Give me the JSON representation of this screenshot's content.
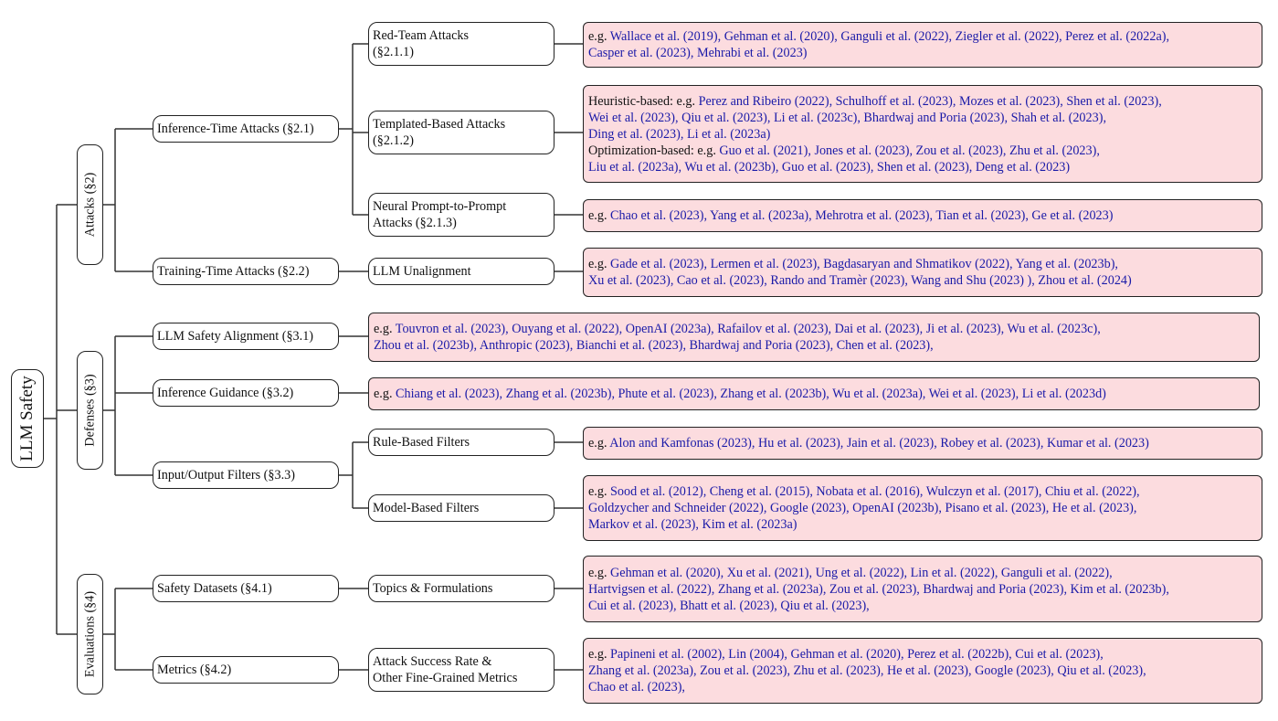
{
  "root": "LLM Safety",
  "level1": {
    "attacks": "Attacks (§2)",
    "defenses": "Defenses (§3)",
    "evaluations": "Evaluations (§4)"
  },
  "level2": {
    "inference_attacks": "Inference-Time Attacks (§2.1)",
    "training_attacks": "Training-Time Attacks (§2.2)",
    "safety_alignment": "LLM Safety Alignment (§3.1)",
    "inference_guidance": "Inference Guidance (§3.2)",
    "io_filters": "Input/Output Filters (§3.3)",
    "safety_datasets": "Safety Datasets (§4.1)",
    "metrics": "Metrics (§4.2)"
  },
  "level3": {
    "red_team": [
      "Red-Team Attacks",
      "(§2.1.1)"
    ],
    "templated": [
      "Templated-Based Attacks",
      "(§2.1.2)"
    ],
    "neural_p2p": [
      "Neural Prompt-to-Prompt",
      "Attacks (§2.1.3)"
    ],
    "unalignment": "LLM Unalignment",
    "rule_filters": "Rule-Based Filters",
    "model_filters": "Model-Based Filters",
    "topics": "Topics & Formulations",
    "asr": [
      "Attack Success Rate &",
      "Other Fine-Grained Metrics"
    ]
  },
  "leaves": {
    "red_team": [
      {
        "prefix": "e.g. ",
        "cites": "Wallace et al. (2019), Gehman et al. (2020), Ganguli et al. (2022), Ziegler et al. (2022), Perez et al. (2022a),"
      },
      {
        "prefix": "",
        "cites": "Casper et al. (2023), Mehrabi et al. (2023)"
      }
    ],
    "templated": [
      {
        "prefix": "Heuristic-based: e.g. ",
        "cites": "Perez and Ribeiro (2022), Schulhoff et al. (2023), Mozes et al. (2023), Shen et al. (2023),"
      },
      {
        "prefix": "",
        "cites": "Wei et al. (2023), Qiu et al. (2023), Li et al. (2023c), Bhardwaj and Poria (2023), Shah et al. (2023),"
      },
      {
        "prefix": "",
        "cites": "Ding et al. (2023), Li et al. (2023a)"
      },
      {
        "prefix": "Optimization-based: e.g. ",
        "cites": "Guo et al. (2021), Jones et al. (2023), Zou et al. (2023), Zhu et al. (2023),"
      },
      {
        "prefix": "",
        "cites": "Liu et al. (2023a), Wu et al. (2023b), Guo et al. (2023), Shen et al. (2023), Deng et al. (2023)"
      }
    ],
    "neural_p2p": [
      {
        "prefix": "e.g. ",
        "cites": "Chao et al. (2023), Yang et al. (2023a), Mehrotra et al. (2023), Tian et al. (2023), Ge et al. (2023)"
      }
    ],
    "unalignment": [
      {
        "prefix": "e.g. ",
        "cites": "Gade et al. (2023), Lermen et al. (2023), Bagdasaryan and Shmatikov (2022), Yang et al. (2023b),"
      },
      {
        "prefix": "",
        "cites": "Xu et al. (2023), Cao et al. (2023), Rando and Tramèr (2023), Wang and Shu (2023) ), Zhou et al. (2024)"
      }
    ],
    "safety_alignment": [
      {
        "prefix": "e.g. ",
        "cites": "Touvron et al. (2023), Ouyang et al. (2022), OpenAI (2023a), Rafailov et al. (2023), Dai et al. (2023), Ji et al. (2023), Wu et al. (2023c),"
      },
      {
        "prefix": "",
        "cites": "Zhou et al. (2023b), Anthropic (2023), Bianchi et al. (2023), Bhardwaj and Poria (2023), Chen et al. (2023),"
      }
    ],
    "inference_guidance": [
      {
        "prefix": "e.g. ",
        "cites": "Chiang et al. (2023), Zhang et al. (2023b), Phute et al. (2023), Zhang et al. (2023b), Wu et al. (2023a), Wei et al. (2023), Li et al. (2023d)"
      }
    ],
    "rule_filters": [
      {
        "prefix": "e.g. ",
        "cites": "Alon and Kamfonas (2023), Hu et al. (2023), Jain et al. (2023), Robey et al. (2023), Kumar et al. (2023)"
      }
    ],
    "model_filters": [
      {
        "prefix": "e.g. ",
        "cites": "Sood et al. (2012), Cheng et al. (2015), Nobata et al. (2016), Wulczyn et al. (2017), Chiu et al. (2022),"
      },
      {
        "prefix": "",
        "cites": "Goldzycher and Schneider (2022), Google (2023), OpenAI (2023b), Pisano et al. (2023), He et al. (2023),"
      },
      {
        "prefix": "",
        "cites": "Markov et al. (2023), Kim et al. (2023a)"
      }
    ],
    "topics": [
      {
        "prefix": "e.g. ",
        "cites": "Gehman et al. (2020), Xu et al. (2021), Ung et al. (2022), Lin et al. (2022), Ganguli et al. (2022),"
      },
      {
        "prefix": "",
        "cites": "Hartvigsen et al. (2022), Zhang et al. (2023a), Zou et al. (2023), Bhardwaj and Poria (2023), Kim et al. (2023b),"
      },
      {
        "prefix": "",
        "cites": "Cui et al. (2023), Bhatt et al. (2023), Qiu et al. (2023),"
      }
    ],
    "asr": [
      {
        "prefix": "e.g. ",
        "cites": "Papineni et al. (2002), Lin (2004), Gehman et al. (2020), Perez et al. (2022b), Cui et al. (2023),"
      },
      {
        "prefix": "",
        "cites": "Zhang et al. (2023a), Zou et al. (2023), Zhu et al. (2023), He et al. (2023), Google (2023), Qiu et al. (2023),"
      },
      {
        "prefix": "",
        "cites": "Chao et al. (2023),"
      }
    ]
  },
  "colors": {
    "leaf_fill": "#fcdcdf",
    "citation": "#1a1aa8",
    "border": "#222222"
  }
}
